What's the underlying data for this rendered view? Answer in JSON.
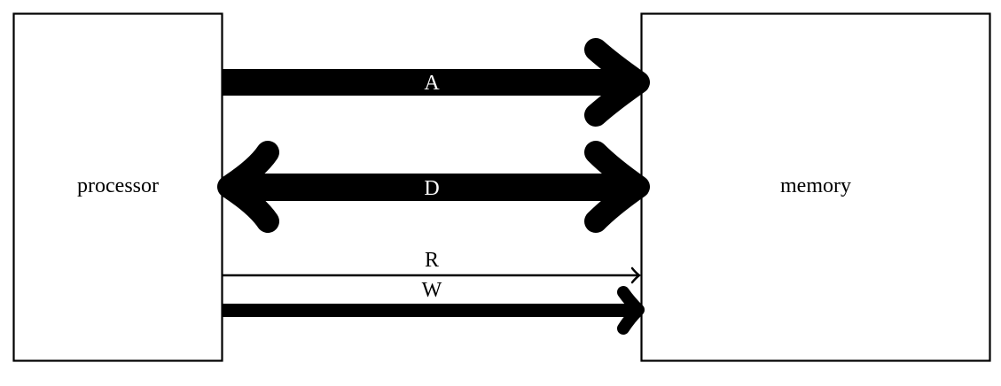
{
  "diagram": {
    "blocks": {
      "processor": {
        "label": "processor"
      },
      "memory": {
        "label": "memory"
      }
    },
    "buses": [
      {
        "id": "A",
        "label": "A",
        "direction": "processor-to-memory",
        "weight": "thick",
        "label_color": "#ffffff"
      },
      {
        "id": "D",
        "label": "D",
        "direction": "bidirectional",
        "weight": "thick",
        "label_color": "#ffffff"
      },
      {
        "id": "R",
        "label": "R",
        "direction": "processor-to-memory",
        "weight": "thin",
        "label_color": "#000000"
      },
      {
        "id": "W",
        "label": "W",
        "direction": "processor-to-memory",
        "weight": "medium",
        "label_color": "#000000"
      }
    ],
    "colors": {
      "stroke": "#000000",
      "background": "#ffffff"
    }
  }
}
